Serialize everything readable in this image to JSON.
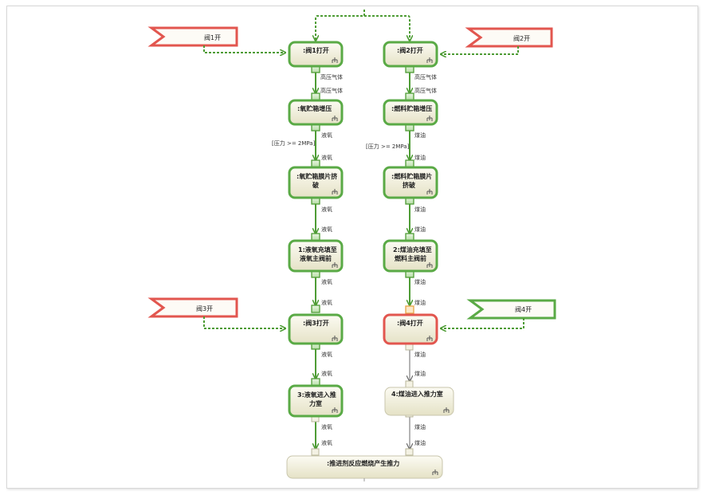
{
  "colors": {
    "active_border": "#5aaa46",
    "active_edge": "#4e9c35",
    "error_border": "#e2564f",
    "inactive_border": "#b9b69a",
    "inactive_edge": "#707070",
    "node_fill_top": "#fbfaf0",
    "node_fill_bottom": "#e6e3c9",
    "event_red": "#e2564f",
    "event_green": "#5aaa46"
  },
  "icon": "call-behavior-fork-icon",
  "events": {
    "v1": "阀1开",
    "v2": "阀2开",
    "v3": "阀3开",
    "v4": "阀4开"
  },
  "actions": {
    "a1": ":阀1打开",
    "a2": ":阀2打开",
    "a3": ":氧贮箱增压",
    "a4": ":燃料贮箱增压",
    "a5a": ":氧贮箱膜片挤",
    "a5b": "破",
    "a6a": ":燃料贮箱膜片",
    "a6b": "挤破",
    "a7a": "1:液氧充填至",
    "a7b": "液氧主阀前",
    "a8a": "2:煤油充填至",
    "a8b": "燃料主阀前",
    "a9": ":阀3打开",
    "a10": ":阀4打开",
    "a11a": "3:液氧进入推",
    "a11b": "力室",
    "a12": "4:煤油进入推力室",
    "a13": ":推进剂反应燃烧产生推力"
  },
  "flows": {
    "gas": "高压气体",
    "lox": "液氧",
    "kero": "煤油",
    "guard": "[压力 >= 2MPa]"
  }
}
